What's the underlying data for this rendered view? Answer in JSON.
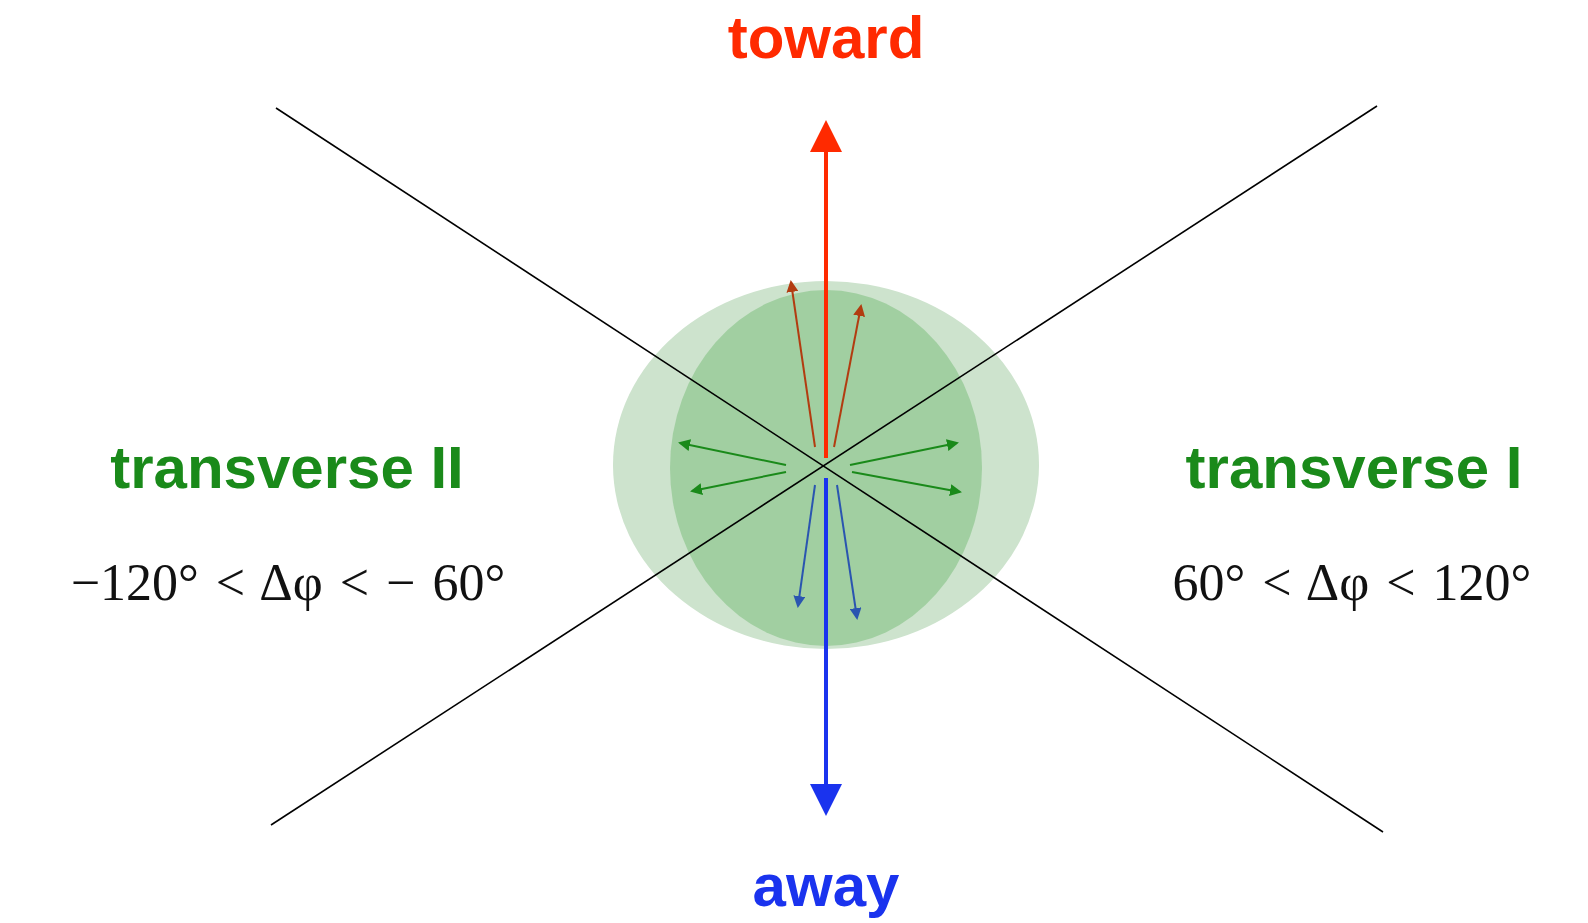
{
  "diagram": {
    "labels": [
      "toward",
      "transverse II",
      "transverse I",
      "−120° < Δφ < − 60°",
      "60° < Δφ < 120°",
      "away"
    ]
  }
}
